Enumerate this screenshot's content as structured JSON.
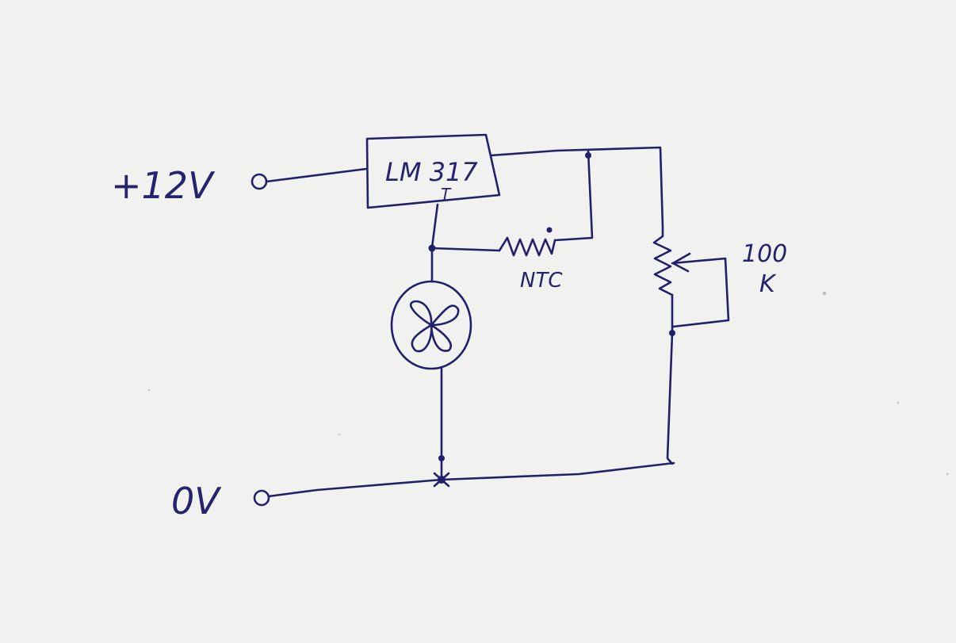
{
  "labels": {
    "supply_positive": "+12V",
    "supply_ground": "0V",
    "regulator_line1": "LM 317",
    "regulator_line2": "T",
    "thermistor": "NTC",
    "pot_value_line1": "100",
    "pot_value_line2": "K"
  },
  "colors": {
    "paper": "#f1f1f0",
    "ink": "#22206a"
  },
  "components": [
    {
      "type": "regulator",
      "icon": "ic-block"
    },
    {
      "type": "thermistor",
      "icon": "ntc-resistor-icon"
    },
    {
      "type": "fan",
      "icon": "fan-icon"
    },
    {
      "type": "potentiometer",
      "icon": "potentiometer-icon"
    }
  ]
}
